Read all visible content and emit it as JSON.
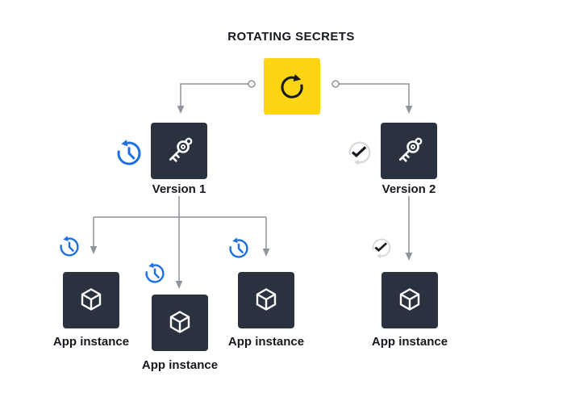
{
  "title": "ROTATING SECRETS",
  "colors": {
    "yellow": "#FFD513",
    "dark": "#2A323F",
    "blue": "#1D6FE3",
    "line": "#8D939A",
    "gray": "#D9D9D9",
    "ink": "#16191F",
    "white": "#FFFFFF"
  },
  "rotation_node": {
    "icon": "rotate-icon"
  },
  "versions": [
    {
      "label": "Version 1",
      "status": "pending-rotation"
    },
    {
      "label": "Version 2",
      "status": "rotation-complete"
    }
  ],
  "app_instances": [
    {
      "label": "App instance",
      "status": "pending-rotation"
    },
    {
      "label": "App instance",
      "status": "pending-rotation"
    },
    {
      "label": "App instance",
      "status": "pending-rotation"
    },
    {
      "label": "App instance",
      "status": "rotation-complete"
    }
  ]
}
